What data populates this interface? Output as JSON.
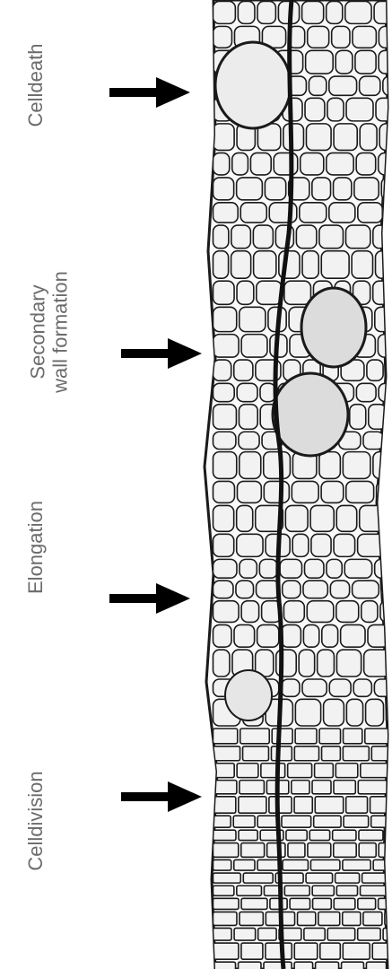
{
  "stages": [
    {
      "id": "cell-death",
      "label": "Celldeath"
    },
    {
      "id": "secondary-wall-formation",
      "label": "Secondary\nwall formation"
    },
    {
      "id": "elongation",
      "label": "Elongation"
    },
    {
      "id": "cell-division",
      "label": "Celldivision"
    }
  ],
  "colors": {
    "label_text": "#6b6b6b",
    "arrow": "#000000",
    "cell_wall": "#1a1a1a",
    "cell_fill": "#f2f2f2",
    "vessel_fill": "#dcdcdc"
  }
}
